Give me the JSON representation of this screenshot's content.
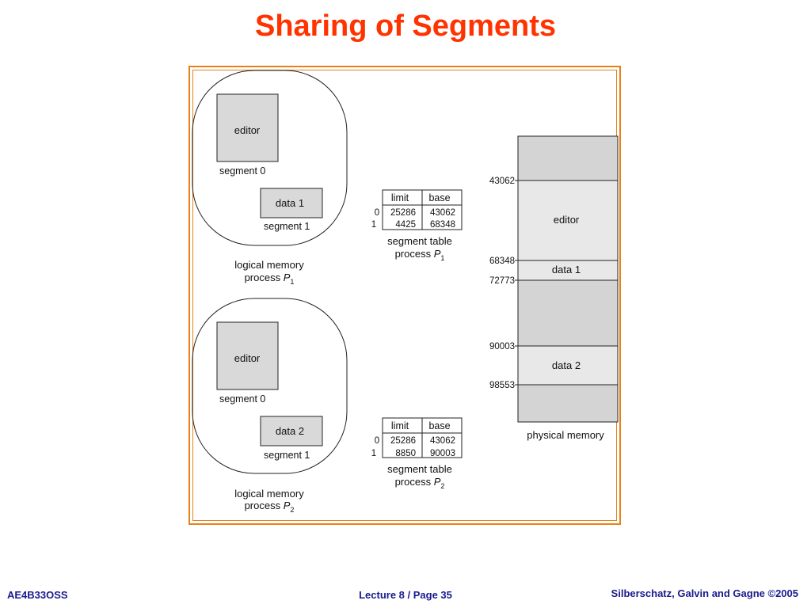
{
  "slide": {
    "title": "Sharing of Segments"
  },
  "diagram": {
    "p1": {
      "editor": "editor",
      "segment0": "segment 0",
      "data": "data 1",
      "segment1": "segment 1",
      "caption1": "logical memory",
      "caption2_prefix": "process ",
      "caption2_var": "P",
      "caption2_sub": "1"
    },
    "p2": {
      "editor": "editor",
      "segment0": "segment 0",
      "data": "data 2",
      "segment1": "segment 1",
      "caption1": "logical memory",
      "caption2_prefix": "process ",
      "caption2_var": "P",
      "caption2_sub": "2"
    },
    "table1": {
      "col_limit": "limit",
      "col_base": "base",
      "rows": [
        {
          "index": "0",
          "limit": "25286",
          "base": "43062"
        },
        {
          "index": "1",
          "limit": "4425",
          "base": "68348"
        }
      ],
      "caption1": "segment table",
      "caption2_prefix": "process ",
      "caption2_var": "P",
      "caption2_sub": "1"
    },
    "table2": {
      "col_limit": "limit",
      "col_base": "base",
      "rows": [
        {
          "index": "0",
          "limit": "25286",
          "base": "43062"
        },
        {
          "index": "1",
          "limit": "8850",
          "base": "90003"
        }
      ],
      "caption1": "segment table",
      "caption2_prefix": "process ",
      "caption2_var": "P",
      "caption2_sub": "2"
    },
    "physical": {
      "editor": "editor",
      "data1": "data 1",
      "data2": "data 2",
      "caption": "physical memory",
      "addresses": [
        "43062",
        "68348",
        "72773",
        "90003",
        "98553"
      ]
    }
  },
  "footer": {
    "left": "AE4B33OSS",
    "center": "Lecture 8 / Page 35",
    "right": "Silberschatz, Galvin and Gagne ©2005"
  },
  "colors": {
    "title": "#ff3300",
    "frame": "#e8801a",
    "footer": "#1a1a8c",
    "block_dark": "#d4d4d4",
    "block_light": "#e8e8e8"
  }
}
